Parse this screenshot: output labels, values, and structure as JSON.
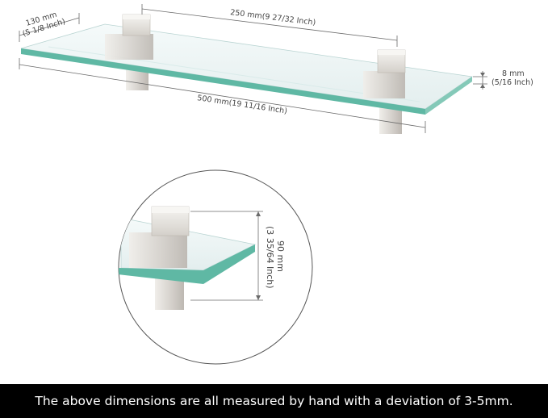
{
  "dimensions": {
    "depth": {
      "mm": "130 mm",
      "inch": "(5 1/8 Inch)"
    },
    "bracket_spacing": {
      "label": "250 mm(9 27/32 Inch)"
    },
    "thickness": {
      "mm": "8 mm",
      "inch": "(5/16 Inch)"
    },
    "length": {
      "label": "500 mm(19 11/16 Inch)"
    },
    "bracket_height": {
      "mm": "90 mm",
      "inch": "(3 35/64 Inch)"
    }
  },
  "footer": {
    "note": "The above dimensions are all measured by hand with a deviation of 3-5mm."
  },
  "colors": {
    "glass_edge": "#5fb8a4",
    "glass_surface": "#eef6f6",
    "metal": "#d9d6d1",
    "footer_bg": "#000000",
    "footer_text": "#ffffff"
  }
}
